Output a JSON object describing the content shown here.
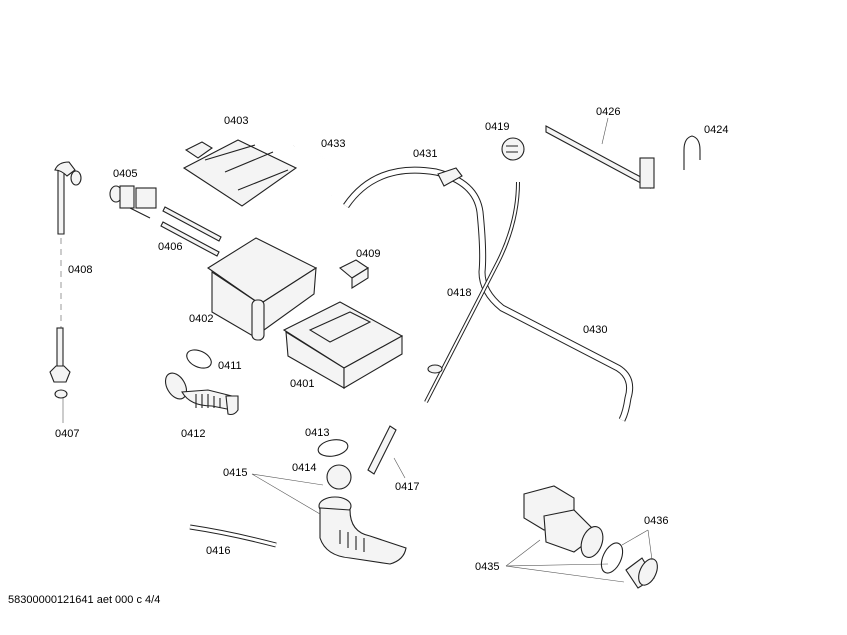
{
  "diagram": {
    "type": "exploded-parts-diagram",
    "parts": [
      {
        "id": "0401",
        "label": "0401"
      },
      {
        "id": "0402",
        "label": "0402"
      },
      {
        "id": "0403",
        "label": "0403"
      },
      {
        "id": "0405",
        "label": "0405"
      },
      {
        "id": "0406",
        "label": "0406"
      },
      {
        "id": "0407",
        "label": "0407"
      },
      {
        "id": "0408",
        "label": "0408"
      },
      {
        "id": "0409",
        "label": "0409"
      },
      {
        "id": "0411",
        "label": "0411"
      },
      {
        "id": "0412",
        "label": "0412"
      },
      {
        "id": "0413",
        "label": "0413"
      },
      {
        "id": "0414",
        "label": "0414"
      },
      {
        "id": "0415",
        "label": "0415"
      },
      {
        "id": "0416",
        "label": "0416"
      },
      {
        "id": "0417",
        "label": "0417"
      },
      {
        "id": "0418",
        "label": "0418"
      },
      {
        "id": "0419",
        "label": "0419"
      },
      {
        "id": "0424",
        "label": "0424"
      },
      {
        "id": "0426",
        "label": "0426"
      },
      {
        "id": "0430",
        "label": "0430"
      },
      {
        "id": "0431",
        "label": "0431"
      },
      {
        "id": "0433",
        "label": "0433"
      },
      {
        "id": "0435",
        "label": "0435"
      },
      {
        "id": "0436",
        "label": "0436"
      }
    ]
  },
  "footer": {
    "document_ref": "58300000121641 aet 000 c 4/4"
  }
}
